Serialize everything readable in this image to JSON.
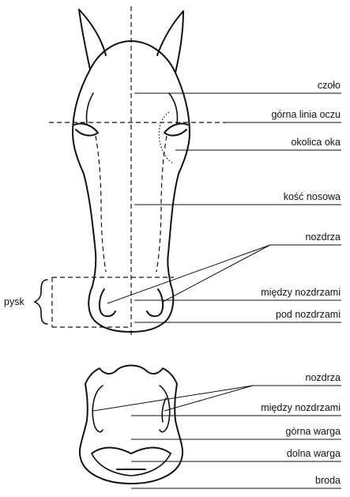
{
  "labels": {
    "czolo": "czoło",
    "gorna_linia_oczu": "górna linia oczu",
    "okolica_oka": "okolica oka",
    "kosc_nosowa": "kość nosowa",
    "nozdrza_top": "nozdrza",
    "miedzy_nozdrzami_top": "między nozdrzami",
    "pod_nozdrzami": "pod nozdrzami",
    "pysk": "pysk",
    "nozdrza_bottom": "nozdrza",
    "miedzy_nozdrzami_bottom": "między nozdrzami",
    "gorna_warga": "górna warga",
    "dolna_warga": "dolna warga",
    "broda": "broda"
  }
}
